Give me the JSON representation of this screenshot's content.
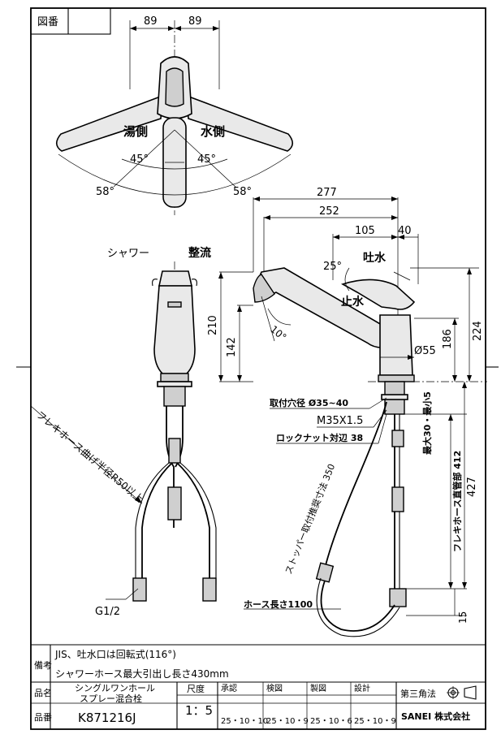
{
  "title_block": {
    "drawing_label": "図番",
    "remarks_label": "備考",
    "remarks_line1": "JIS、吐水口は回転式(116°)",
    "remarks_line2": "シャワーホース最大引出し長さ430mm",
    "product_name_label": "品名",
    "product_name_line1": "シングルワンホール",
    "product_name_line2": "スプレー混合栓",
    "product_no_label": "品番",
    "product_no": "K871216J",
    "scale_label": "尺度",
    "scale": "1：5",
    "approved_label": "承認",
    "checked_label": "検図",
    "drawn_label": "製図",
    "designed_label": "設計",
    "approved_date": "25・10・10",
    "checked_date": "25・10・9",
    "drawn_date": "25・10・6",
    "designed_date": "25・10・9",
    "projection": "第三角法",
    "company": "SANEI 株式会社"
  },
  "top_view": {
    "dim_left": "89",
    "dim_right": "89",
    "hot_label": "湯側",
    "cold_label": "水側",
    "angle_hot_inner": "45°",
    "angle_cold_inner": "45°",
    "angle_hot_outer": "58°",
    "angle_cold_outer": "58°"
  },
  "front_view": {
    "shower_label": "シャワー",
    "straight_label": "整流"
  },
  "side_view": {
    "dim_277": "277",
    "dim_252": "252",
    "dim_105": "105",
    "dim_40": "40",
    "angle_25": "25°",
    "spout_label": "吐水",
    "stop_label": "止水",
    "angle_10": "10°",
    "dim_210": "210",
    "dim_142": "142",
    "dim_224": "224",
    "dim_186": "186",
    "dia_55": "Ø55"
  },
  "installation": {
    "hole_dia": "取付穴径 Ø35~40",
    "thread": "M35X1.5",
    "locknut": "ロックナット対辺 38",
    "max_thickness": "最大30・最小5",
    "stopper_dim": "ストッパー取付推奨寸法 350",
    "hose_length": "ホース長さ1100",
    "hose_straight": "フレキホース直管部 412",
    "dim_427": "427",
    "dim_15": "15",
    "flex_bend": "フレキホース曲げ半径R50以上",
    "g_thread": "G1/2"
  }
}
